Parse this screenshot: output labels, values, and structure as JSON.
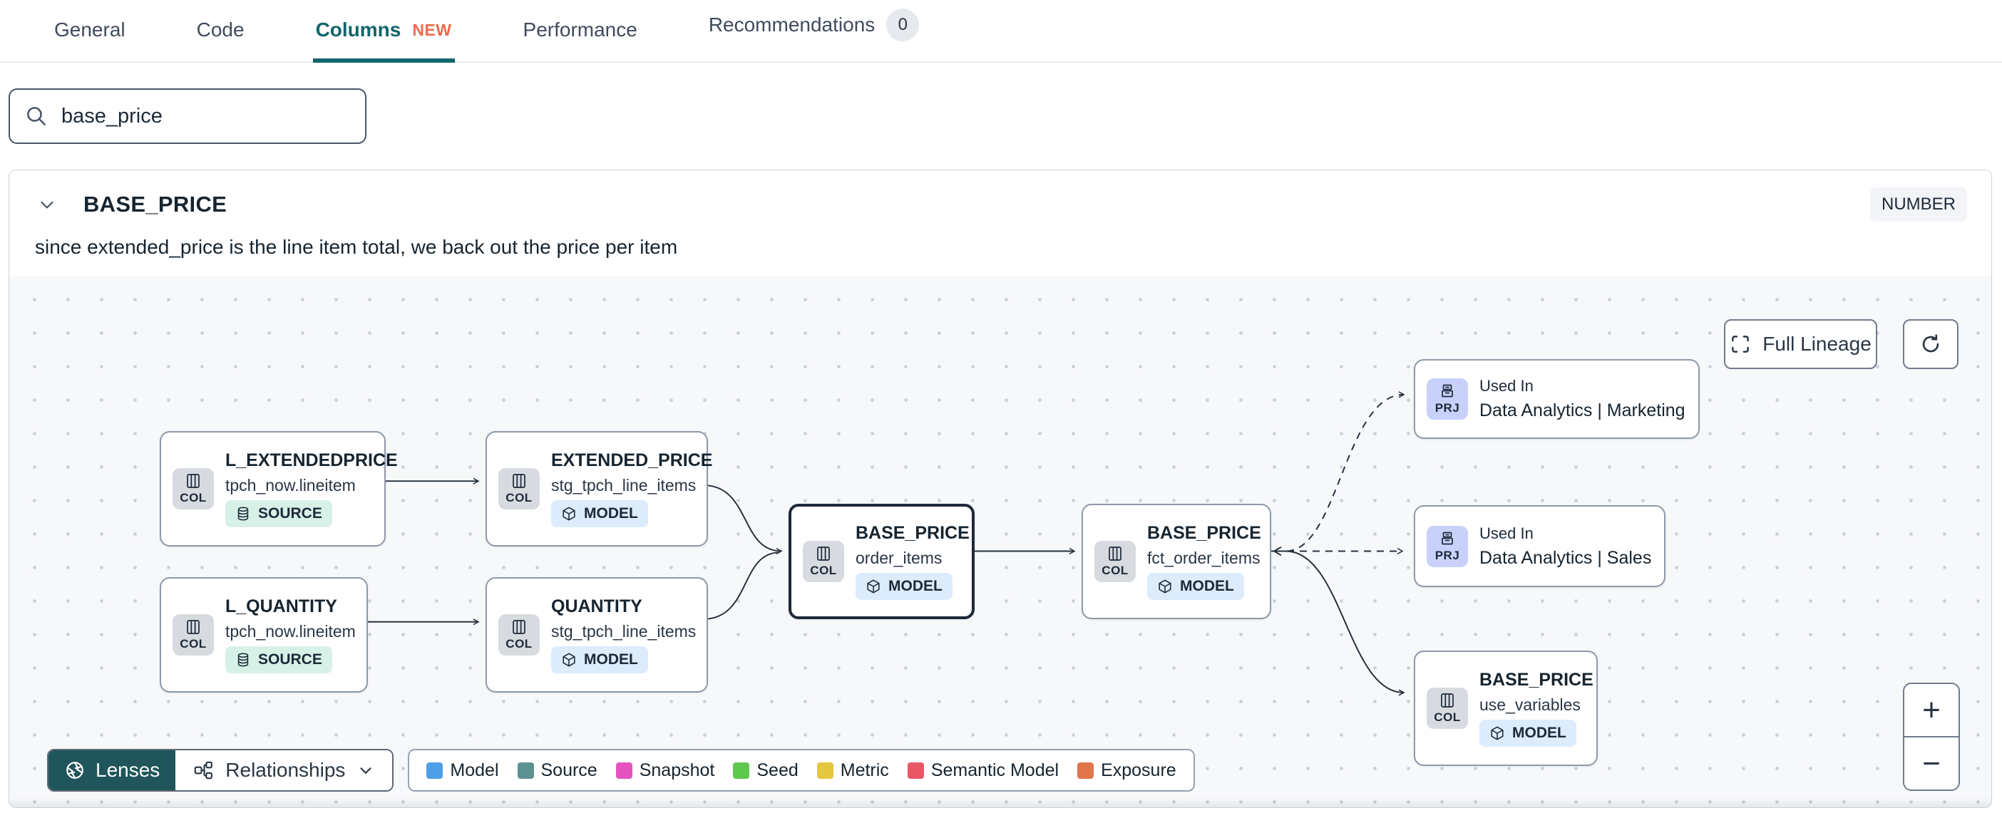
{
  "tabs": {
    "items": [
      {
        "label": "General"
      },
      {
        "label": "Code"
      },
      {
        "label": "Columns",
        "badge": "NEW"
      },
      {
        "label": "Performance"
      },
      {
        "label": "Recommendations",
        "count": "0"
      }
    ]
  },
  "search": {
    "value": "base_price"
  },
  "column_panel": {
    "title": "BASE_PRICE",
    "type_badge": "NUMBER",
    "description": "since extended_price is the line item total, we back out the price per item"
  },
  "lineage": {
    "full_lineage_label": "Full Lineage",
    "zoom_in_label": "+",
    "zoom_out_label": "−",
    "lenses_label": "Lenses",
    "relationships_label": "Relationships",
    "nodes": [
      {
        "badge": "COL",
        "title": "L_EXTENDEDPRICE",
        "subtitle": "tpch_now.lineitem",
        "type": "SOURCE"
      },
      {
        "badge": "COL",
        "title": "EXTENDED_PRICE",
        "subtitle": "stg_tpch_line_items",
        "type": "MODEL"
      },
      {
        "badge": "COL",
        "title": "L_QUANTITY",
        "subtitle": "tpch_now.lineitem",
        "type": "SOURCE"
      },
      {
        "badge": "COL",
        "title": "QUANTITY",
        "subtitle": "stg_tpch_line_items",
        "type": "MODEL"
      },
      {
        "badge": "COL",
        "title": "BASE_PRICE",
        "subtitle": "order_items",
        "type": "MODEL"
      },
      {
        "badge": "COL",
        "title": "BASE_PRICE",
        "subtitle": "fct_order_items",
        "type": "MODEL"
      },
      {
        "badge": "PRJ",
        "kicker": "Used In",
        "title": "Data Analytics | Marketing"
      },
      {
        "badge": "PRJ",
        "kicker": "Used In",
        "title": "Data Analytics | Sales"
      },
      {
        "badge": "COL",
        "title": "BASE_PRICE",
        "subtitle": "use_variables",
        "type": "MODEL"
      }
    ],
    "legend": [
      {
        "label": "Model",
        "color": "#519ee8"
      },
      {
        "label": "Source",
        "color": "#5d9292"
      },
      {
        "label": "Snapshot",
        "color": "#e553c0"
      },
      {
        "label": "Seed",
        "color": "#5ec74e"
      },
      {
        "label": "Metric",
        "color": "#e5c63f"
      },
      {
        "label": "Semantic Model",
        "color": "#e85765"
      },
      {
        "label": "Exposure",
        "color": "#e0764a"
      }
    ],
    "colors": {
      "accent_teal": "#11656c",
      "new_orange": "#ee6a4d",
      "edge": "#27303d"
    }
  }
}
